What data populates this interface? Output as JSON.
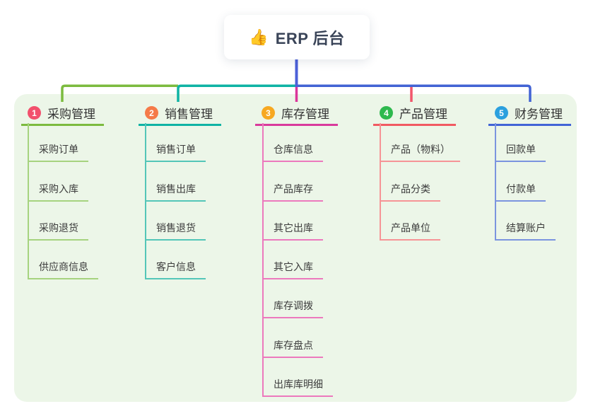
{
  "root_node": {
    "icon_char": "👍",
    "title": "ERP 后台"
  },
  "branches": [
    {
      "number": "1",
      "title": "采购管理",
      "colors": {
        "badge": "#F2506C",
        "line": "#7CBB3F",
        "child_line": "#A6D37F"
      },
      "children": [
        "采购订单",
        "采购入库",
        "采购退货",
        "供应商信息"
      ]
    },
    {
      "number": "2",
      "title": "销售管理",
      "colors": {
        "badge": "#F57A48",
        "line": "#0FB3A4",
        "child_line": "#54C6B8"
      },
      "children": [
        "销售订单",
        "销售出库",
        "销售退货",
        "客户信息"
      ]
    },
    {
      "number": "3",
      "title": "库存管理",
      "colors": {
        "badge": "#F7A821",
        "line": "#D93A9C",
        "child_line": "#EC79BD"
      },
      "children": [
        "仓库信息",
        "产品库存",
        "其它出库",
        "其它入库",
        "库存调拨",
        "库存盘点",
        "出库库明细"
      ]
    },
    {
      "number": "4",
      "title": "产品管理",
      "colors": {
        "badge": "#2EB94E",
        "line": "#F15A62",
        "child_line": "#F69496"
      },
      "children": [
        "产品（物料）",
        "产品分类",
        "产品单位"
      ]
    },
    {
      "number": "5",
      "title": "财务管理",
      "colors": {
        "badge": "#2BA0DE",
        "line": "#4164D6",
        "child_line": "#7B94DF"
      },
      "children": [
        "回款单",
        "付款单",
        "结算账户"
      ]
    }
  ],
  "colors": {
    "panel_bg": "#ECF6E8",
    "connectors": {
      "root_line": "#4C60D8",
      "bus_green": "#7CBB3F",
      "bus_teal": "#0FB3A4",
      "bus_blue": "#4263D4",
      "drop_magenta": "#DB359B",
      "drop_red": "#F2566B"
    }
  }
}
